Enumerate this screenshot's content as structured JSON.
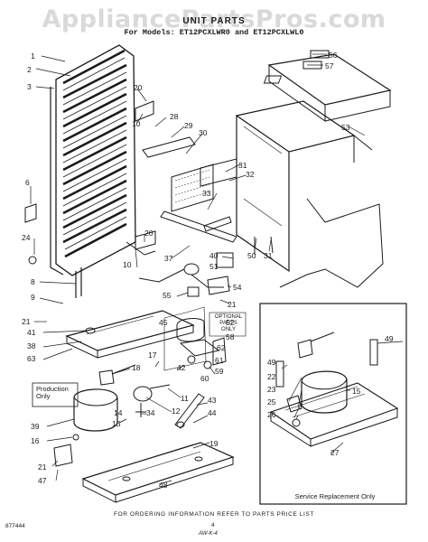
{
  "watermark": "AppliancePartsPros.com",
  "title": "UNIT PARTS",
  "subtitle": "For Models: ET12PCXLWR0 and ET12PCXLWL0",
  "boxes": {
    "production_only": [
      "Production",
      "Only"
    ],
    "optional_parts": [
      "OPTIONAL",
      "PARTS",
      "ONLY"
    ],
    "service_replacement": "Service Replacement Only"
  },
  "footer": "FOR ORDERING INFORMATION REFER TO PARTS PRICE LIST",
  "figure_number": "877444",
  "page_number": "4",
  "signature": "AW-K-4",
  "callouts": [
    {
      "id": "c1",
      "text": "1"
    },
    {
      "id": "c2",
      "text": "2"
    },
    {
      "id": "c3",
      "text": "3"
    },
    {
      "id": "c20a",
      "text": "20"
    },
    {
      "id": "c10a",
      "text": "10"
    },
    {
      "id": "c28",
      "text": "28"
    },
    {
      "id": "c29",
      "text": "29"
    },
    {
      "id": "c30",
      "text": "30"
    },
    {
      "id": "c31a",
      "text": "31"
    },
    {
      "id": "c32",
      "text": "32"
    },
    {
      "id": "c33",
      "text": "33"
    },
    {
      "id": "c6",
      "text": "6"
    },
    {
      "id": "c24",
      "text": "24"
    },
    {
      "id": "c20b",
      "text": "20"
    },
    {
      "id": "c10b",
      "text": "10"
    },
    {
      "id": "c37",
      "text": "37"
    },
    {
      "id": "c40",
      "text": "40"
    },
    {
      "id": "c51",
      "text": "51"
    },
    {
      "id": "c50",
      "text": "50"
    },
    {
      "id": "c31b",
      "text": "31"
    },
    {
      "id": "c56",
      "text": "56"
    },
    {
      "id": "c57",
      "text": "57"
    },
    {
      "id": "c53",
      "text": "53"
    },
    {
      "id": "c8",
      "text": "8"
    },
    {
      "id": "c9",
      "text": "9"
    },
    {
      "id": "c21a",
      "text": "21"
    },
    {
      "id": "c54",
      "text": "54"
    },
    {
      "id": "c55",
      "text": "55"
    },
    {
      "id": "c21b",
      "text": "21"
    },
    {
      "id": "c41",
      "text": "41"
    },
    {
      "id": "c38",
      "text": "38"
    },
    {
      "id": "c63",
      "text": "63"
    },
    {
      "id": "c45",
      "text": "45"
    },
    {
      "id": "c52",
      "text": "52"
    },
    {
      "id": "c58",
      "text": "58"
    },
    {
      "id": "c62",
      "text": "62"
    },
    {
      "id": "c17",
      "text": "17"
    },
    {
      "id": "c42",
      "text": "42"
    },
    {
      "id": "c61",
      "text": "61"
    },
    {
      "id": "c59",
      "text": "59"
    },
    {
      "id": "c60",
      "text": "60"
    },
    {
      "id": "c18",
      "text": "18"
    },
    {
      "id": "c11",
      "text": "11"
    },
    {
      "id": "c12",
      "text": "12"
    },
    {
      "id": "c14",
      "text": "14"
    },
    {
      "id": "c34",
      "text": "34"
    },
    {
      "id": "c13",
      "text": "13"
    },
    {
      "id": "c39",
      "text": "39"
    },
    {
      "id": "c16",
      "text": "16"
    },
    {
      "id": "c43",
      "text": "43"
    },
    {
      "id": "c44",
      "text": "44"
    },
    {
      "id": "c19",
      "text": "19"
    },
    {
      "id": "c21c",
      "text": "21"
    },
    {
      "id": "c47",
      "text": "47"
    },
    {
      "id": "c48",
      "text": "48"
    },
    {
      "id": "c49a",
      "text": "49"
    },
    {
      "id": "c49b",
      "text": "49"
    },
    {
      "id": "c22",
      "text": "22"
    },
    {
      "id": "c23",
      "text": "23"
    },
    {
      "id": "c25",
      "text": "25"
    },
    {
      "id": "c26",
      "text": "26"
    },
    {
      "id": "c15",
      "text": "15"
    },
    {
      "id": "c27",
      "text": "27"
    }
  ]
}
